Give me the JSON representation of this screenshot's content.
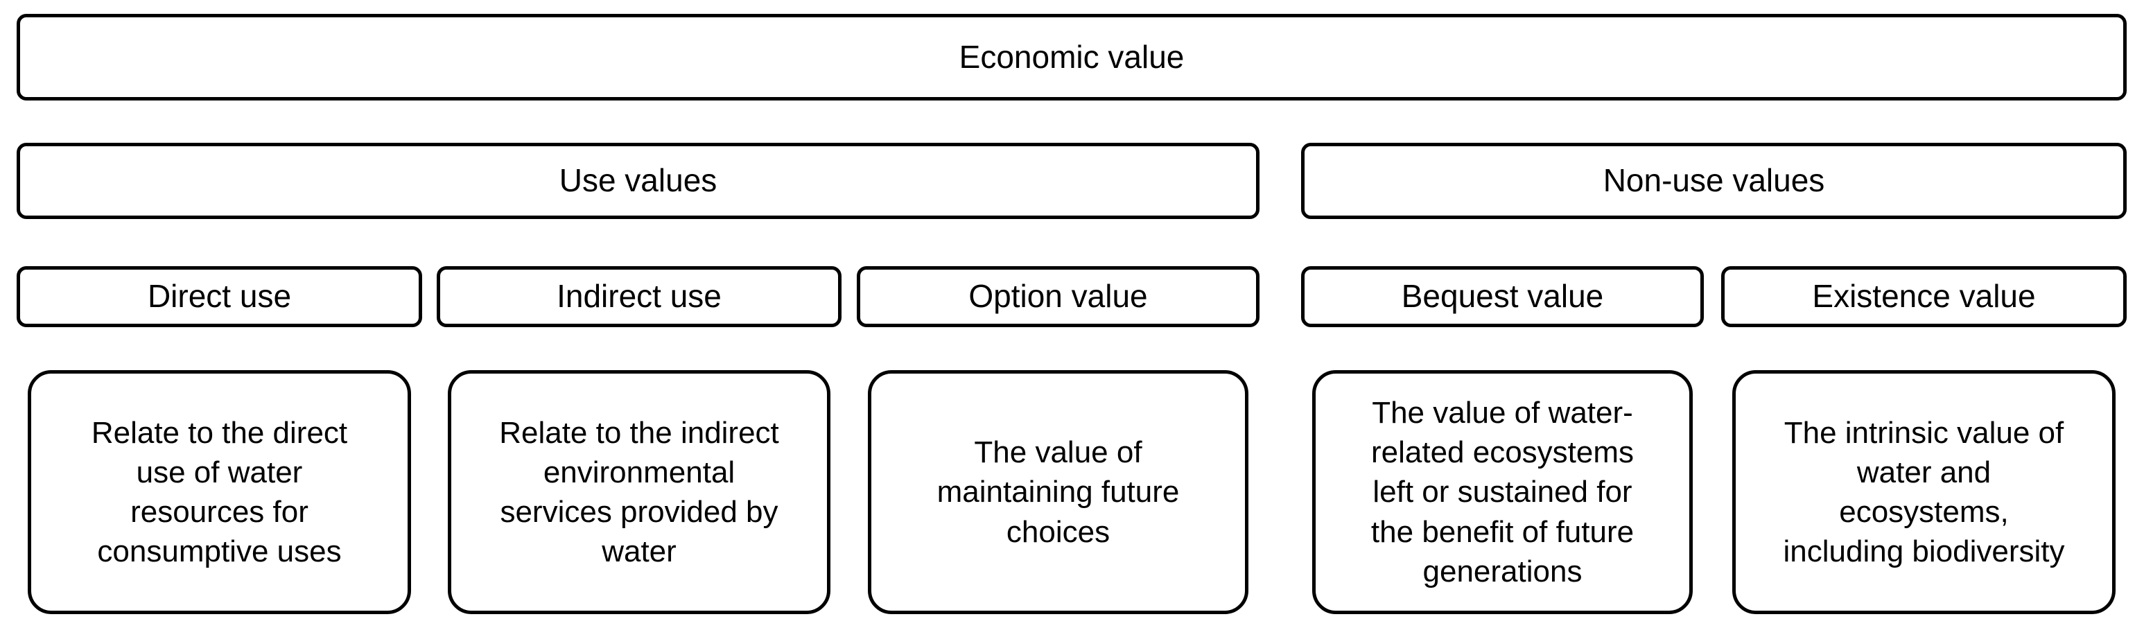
{
  "figure": {
    "title": "Economic value",
    "groups": [
      {
        "label": "Use values"
      },
      {
        "label": "Non-use values"
      }
    ],
    "columns": [
      {
        "label": "Direct use",
        "group": "Use values",
        "description": "Relate to the direct\nuse of water\nresources for\nconsumptive uses"
      },
      {
        "label": "Indirect use",
        "group": "Use values",
        "description": "Relate to the indirect\nenvironmental\nservices provided by\nwater"
      },
      {
        "label": "Option value",
        "group": "Use values",
        "description": "The value of\nmaintaining future\nchoices"
      },
      {
        "label": "Bequest value",
        "group": "Non-use values",
        "description": "The value of water-\nrelated ecosystems\nleft or sustained for\nthe benefit of future\ngenerations"
      },
      {
        "label": "Existence value",
        "group": "Non-use values",
        "description": "The intrinsic value of\nwater and\necosystems,\nincluding biodiversity"
      }
    ],
    "colors": {
      "border": "#000000",
      "fill": "#ffffff",
      "text": "#000000",
      "background": "#ffffff"
    }
  }
}
